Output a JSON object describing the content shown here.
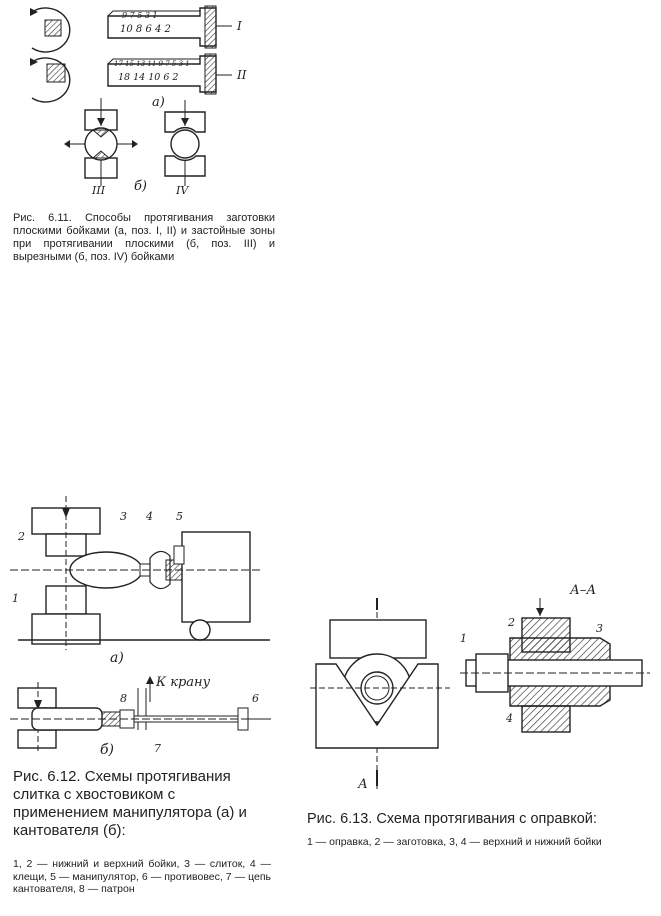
{
  "figure_611": {
    "caption": "Рис. 6.11. Способы протягивания заготовки плоскими бойками (а, поз. I, II) и застойные зоны при протягивании плоскими (б, поз. III) и вырезными (б, поз. IV) бойками",
    "label_a": "а)",
    "label_b": "б)",
    "pos_I": "I",
    "pos_II": "II",
    "pos_III": "III",
    "pos_IV": "IV",
    "row_I_numbers": [
      "9",
      "7",
      "5",
      "3",
      "1",
      "10",
      "8",
      "6",
      "4",
      "2"
    ],
    "row_II_numbers": [
      "17",
      "15",
      "13",
      "11",
      "9",
      "7",
      "5",
      "3",
      "1",
      "18",
      "14",
      "10",
      "6",
      "2"
    ]
  },
  "figure_612": {
    "caption_title": "Рис. 6.12. Схемы протягивания слитка с хвостовиком с применением манипулятора (а) и кантователя (б):",
    "legend": "1, 2 — нижний и верхний бойки, 3 — слиток, 4 — клещи, 5 — манипулятор, 6 — противовес, 7 — цепь кантователя, 8 — патрон",
    "label_a": "а)",
    "label_b": "б)",
    "to_crane": "К крану",
    "parts": [
      "1",
      "2",
      "3",
      "4",
      "5",
      "6",
      "7",
      "8"
    ]
  },
  "figure_613": {
    "caption_title": "Рис. 6.13. Схема протягивания с оправкой:",
    "legend": "1 — оправка, 2 — заготовка, 3, 4 — верхний и нижний бойки",
    "section_label": "А–А",
    "cut_label": "А",
    "parts": [
      "1",
      "2",
      "3",
      "4"
    ]
  }
}
